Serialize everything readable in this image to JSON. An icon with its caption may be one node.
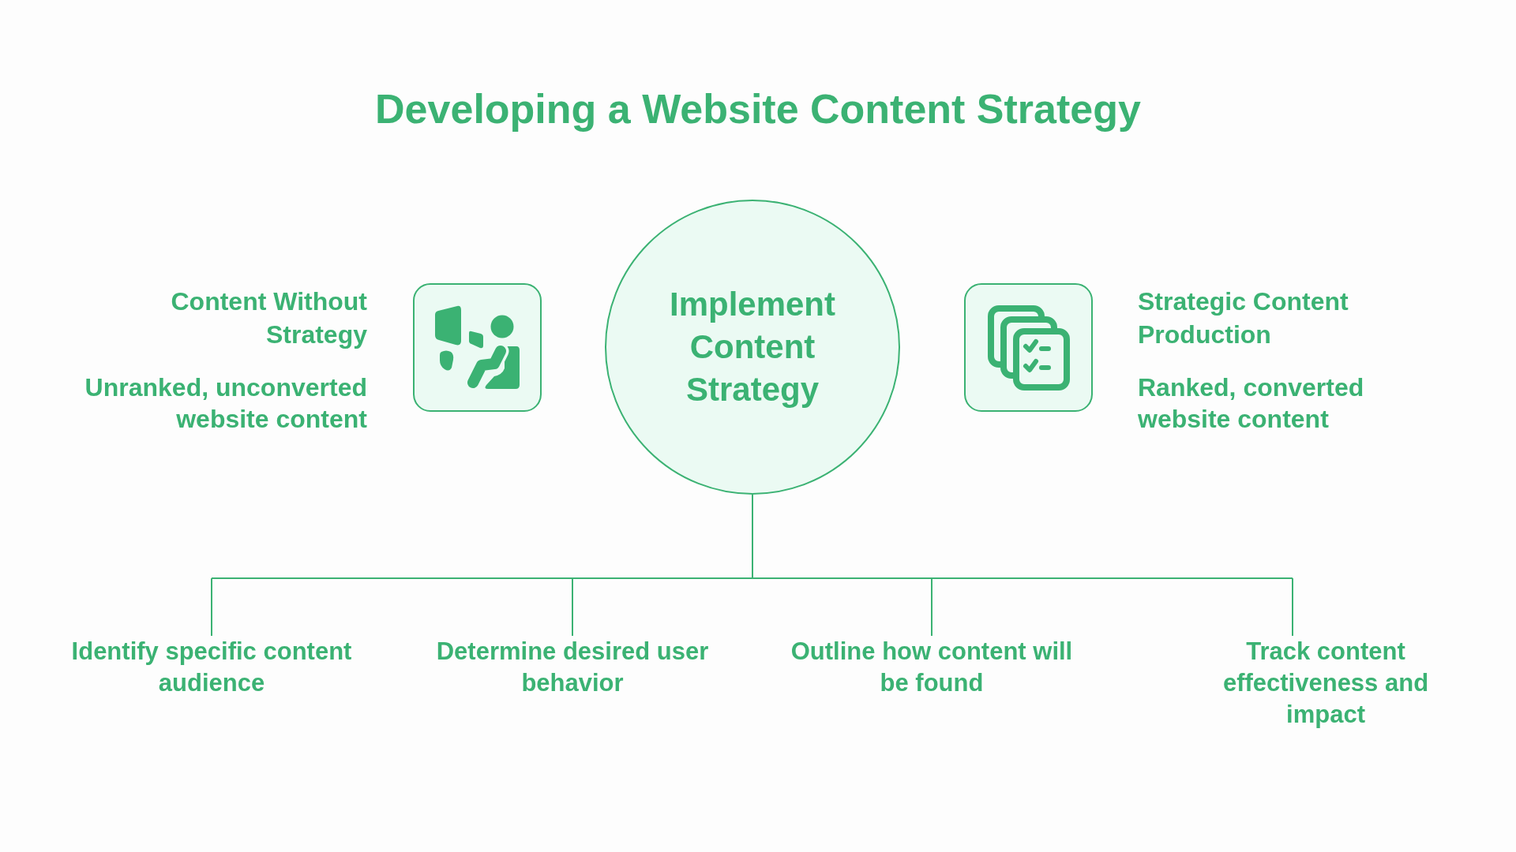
{
  "diagram": {
    "title": "Developing a Website Content Strategy",
    "nodes": [
      {
        "text": [],
        "shape": "box",
        "beside": [
          "Content Without Strategy",
          "Unranked, unconverted website content"
        ]
      },
      {
        "text": [
          "Implement Content Strategy"
        ]
      },
      {
        "text": [],
        "shape": "box",
        "beside": [
          "Strategic Content Production",
          "Ranked, converted website content"
        ]
      },
      {
        "text": [
          "Identify specific content audience"
        ]
      },
      {
        "text": [
          "Determine desired user behavior"
        ]
      },
      {
        "text": [
          "Outline how content will be found"
        ]
      },
      {
        "text": [
          "Track content effectiveness and impact"
        ]
      }
    ],
    "edges": [
      {
        "from": 1,
        "to": 3,
        "arrow": "none"
      },
      {
        "from": 1,
        "to": 4,
        "arrow": "none"
      },
      {
        "from": 1,
        "to": 5,
        "arrow": "none"
      },
      {
        "from": 1,
        "to": 6,
        "arrow": "none"
      }
    ]
  }
}
